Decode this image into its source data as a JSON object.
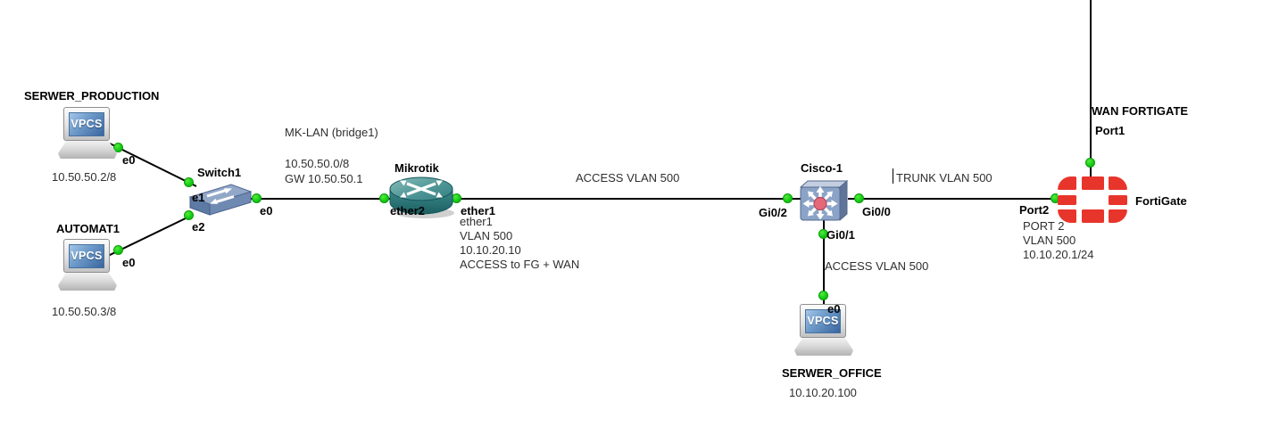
{
  "nodes": {
    "serwer_production": {
      "label": "SERWER_PRODUCTION",
      "icon_text": "VPCS",
      "ip": "10.50.50.2/8",
      "port_e0": "e0"
    },
    "automat1": {
      "label": "AUTOMAT1",
      "icon_text": "VPCS",
      "ip": "10.50.50.3/8",
      "port_e0": "e0"
    },
    "switch1": {
      "label": "Switch1",
      "port_e0": "e0",
      "port_e1": "e1",
      "port_e2": "e2"
    },
    "mikrotik": {
      "label": "Mikrotik",
      "port_ether2": "ether2",
      "port_ether1": "ether1",
      "note_line1": "ether1",
      "note_line2": "VLAN 500",
      "note_line3": "10.10.20.10",
      "note_line4": "ACCESS to FG + WAN"
    },
    "cisco1": {
      "label": "Cisco-1",
      "port_gi0_2": "Gi0/2",
      "port_gi0_0": "Gi0/0",
      "port_gi0_1": "Gi0/1"
    },
    "serwer_office": {
      "label": "SERWER_OFFICE",
      "icon_text": "VPCS",
      "ip": "10.10.20.100",
      "port_e0": "e0"
    },
    "fortigate": {
      "label": "FortiGate",
      "wan_label": "WAN FORTIGATE",
      "port_1": "Port1",
      "port_2": "Port2",
      "note_line1": "PORT 2",
      "note_line2": "VLAN 500",
      "note_line3": "10.10.20.1/24"
    }
  },
  "annotations": {
    "mk_lan_bridge": "MK-LAN (bridge1)",
    "lan_subnet": "10.50.50.0/8",
    "lan_gateway": "GW 10.50.50.1",
    "access_vlan_mikrotik_cisco": "ACCESS VLAN 500",
    "trunk_vlan_cisco_fortigate": "TRUNK VLAN 500",
    "access_vlan_office": "ACCESS VLAN 500"
  },
  "colors": {
    "background": "#ffffff",
    "link": "#000000",
    "status_dot_green": "#16cd16",
    "fortinet_red": "#e8352b",
    "mikrotik_teal": "#2e7d7e",
    "cisco_blue_gray": "#8ba3c6",
    "vpcs_screen_blue": "#4f7fb5"
  }
}
